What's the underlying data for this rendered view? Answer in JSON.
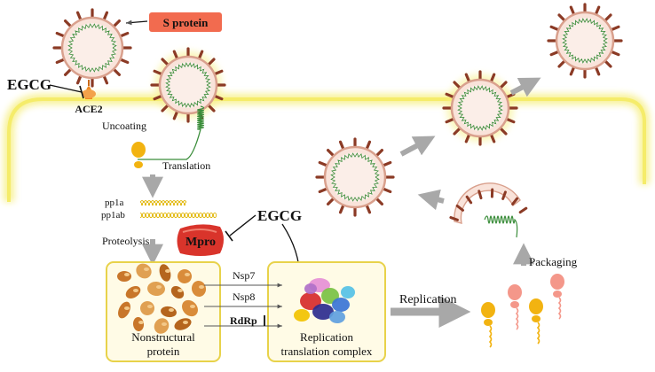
{
  "labels": {
    "s_protein": "S protein",
    "egcg_top": "EGCG",
    "ace2": "ACE2",
    "uncoating": "Uncoating",
    "translation": "Translation",
    "pp1a": "pp1a",
    "pp1ab": "pp1ab",
    "proteolysis": "Proteolysis",
    "mpro": "Mpro",
    "egcg_mid": "EGCG",
    "nsp7": "Nsp7",
    "nsp8": "Nsp8",
    "rdrp": "RdRp",
    "nonstructural_line1": "Nonstructural",
    "nonstructural_line2": "protein",
    "replication_complex_line1": "Replication",
    "replication_complex_line2": "translation complex",
    "replication": "Replication",
    "packaging": "Packaging"
  },
  "colors": {
    "s_protein_box": "#f26b4f",
    "virus_fill": "#f9e3da",
    "virus_border": "#d9a08d",
    "spike": "#8b3a25",
    "membrane_glow": "#f7f08a",
    "mpro": "#d9342b",
    "panel_border": "#e8d24a",
    "arrow_grey": "#a8a8a8",
    "rna_green": "#3a8d3a",
    "protein_yellow": "#f2b311",
    "protein_salmon": "#f4978a"
  }
}
